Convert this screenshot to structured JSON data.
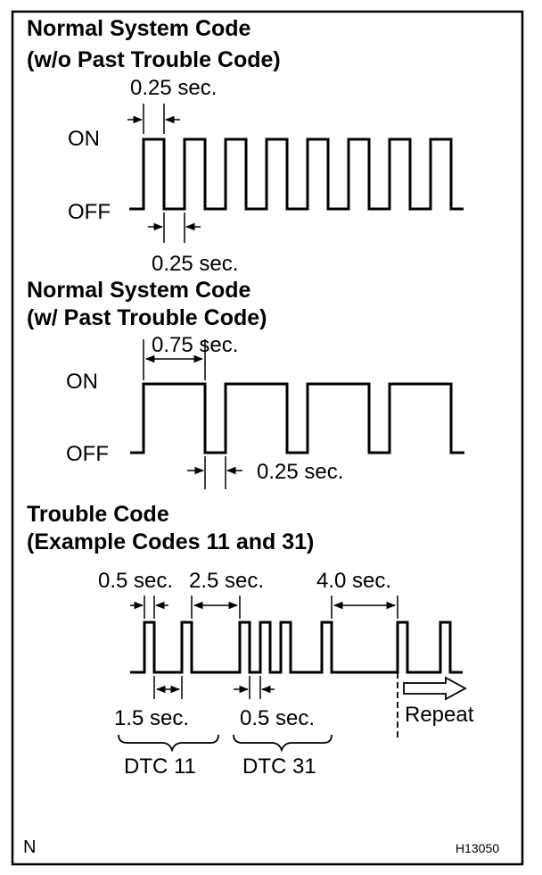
{
  "section1": {
    "title_line1": "Normal System Code",
    "title_line2": "(w/o Past Trouble Code)",
    "on_label": "ON",
    "off_label": "OFF",
    "dim_top": "0.25 sec.",
    "dim_bottom": "0.25 sec."
  },
  "section2": {
    "title_line1": "Normal System Code",
    "title_line2": "(w/ Past Trouble Code)",
    "on_label": "ON",
    "off_label": "OFF",
    "dim_top": "0.75 sec.",
    "dim_bottom": "0.25 sec."
  },
  "section3": {
    "title_line1": "Trouble Code",
    "title_line2": "(Example Codes 11 and 31)",
    "dim_a": "0.5 sec.",
    "dim_b": "2.5 sec.",
    "dim_c": "4.0 sec.",
    "dim_d": "1.5 sec.",
    "dim_e": "0.5 sec.",
    "repeat_label": "Repeat",
    "group1_label": "DTC 11",
    "group2_label": "DTC 31"
  },
  "corner_left": "N",
  "corner_right": "H13050"
}
